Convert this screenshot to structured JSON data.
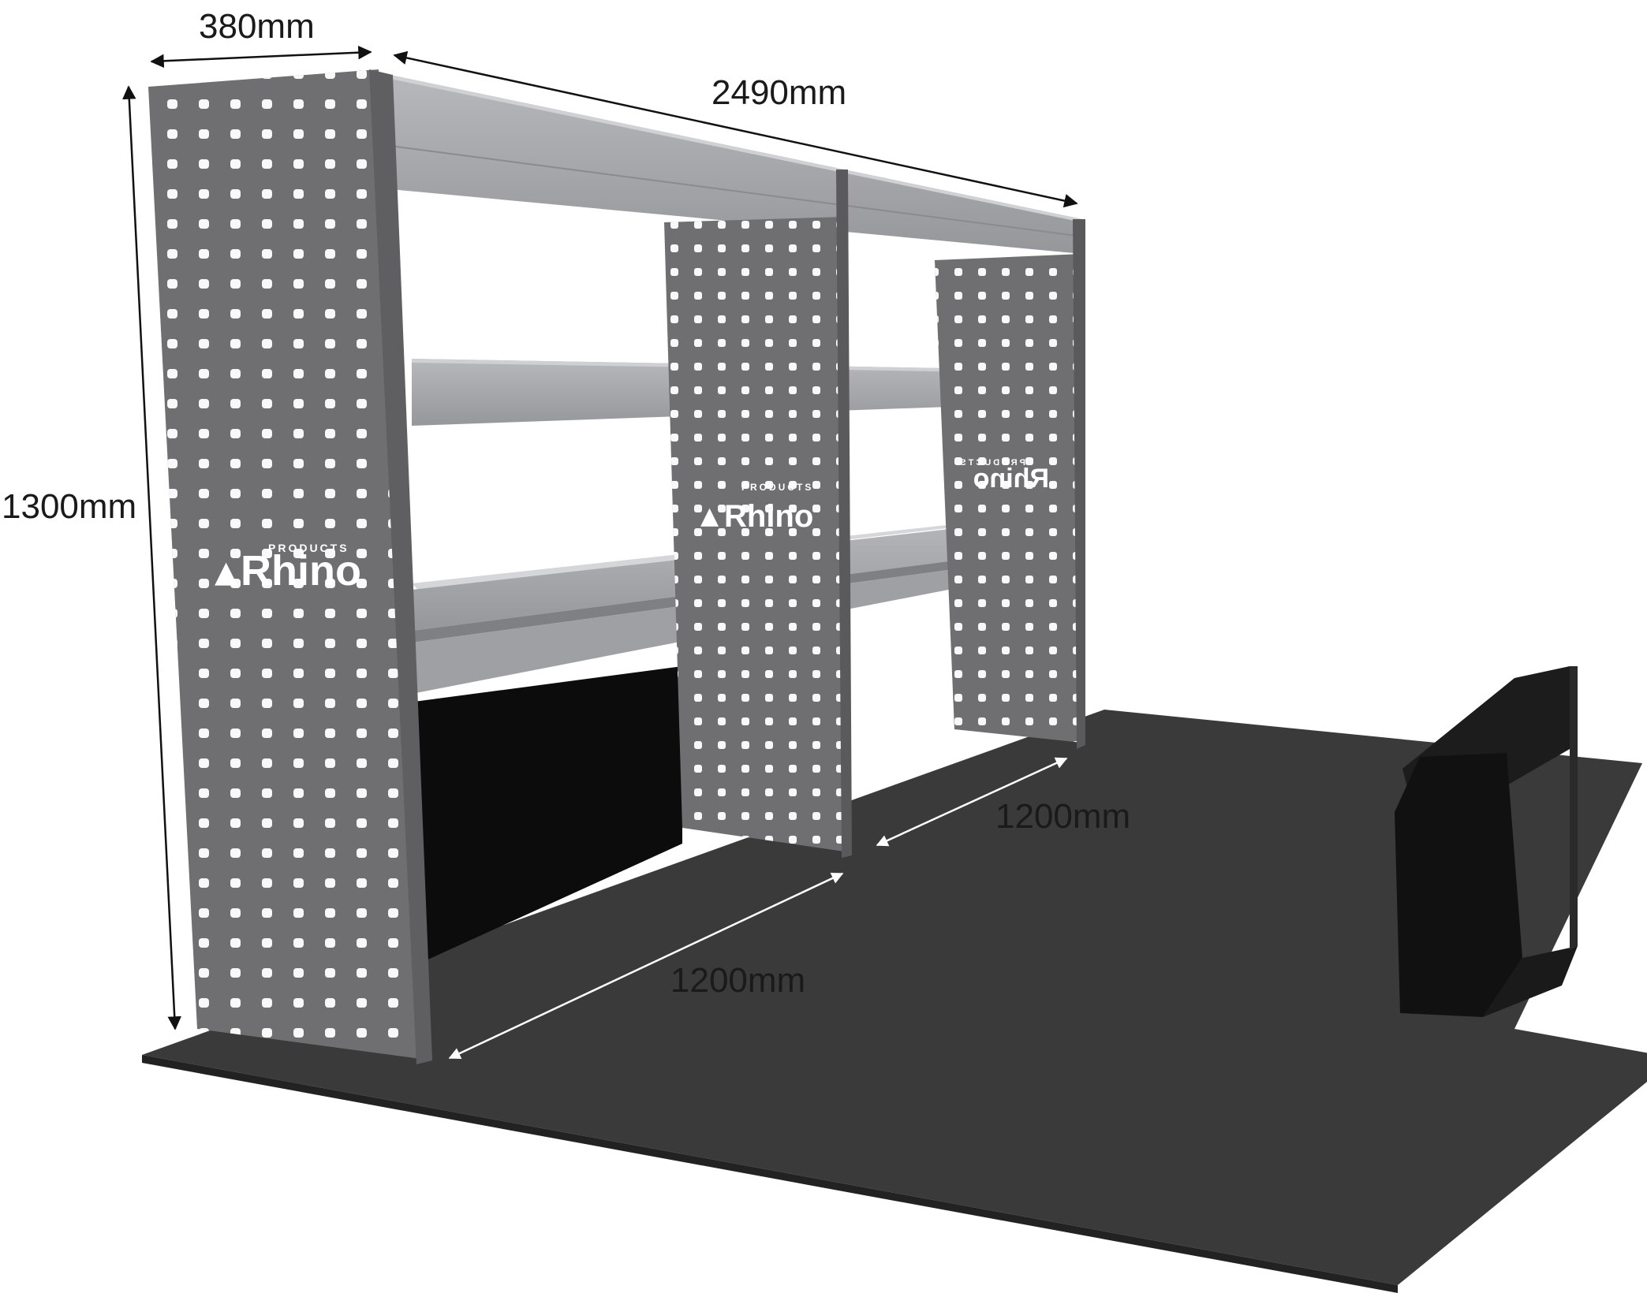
{
  "dimensions": {
    "depth": "380mm",
    "length": "2490mm",
    "height": "1300mm",
    "bay_right": "1200mm",
    "bay_left": "1200mm"
  },
  "brand": {
    "name": "Rhino",
    "tagline": "PRODUCTS"
  },
  "colors": {
    "floor": "#3a3a3a",
    "panel": "#6f6f71",
    "shelf": "#a4a5a8",
    "wheel_arch": "#111111",
    "dimension_line": "#111111"
  }
}
